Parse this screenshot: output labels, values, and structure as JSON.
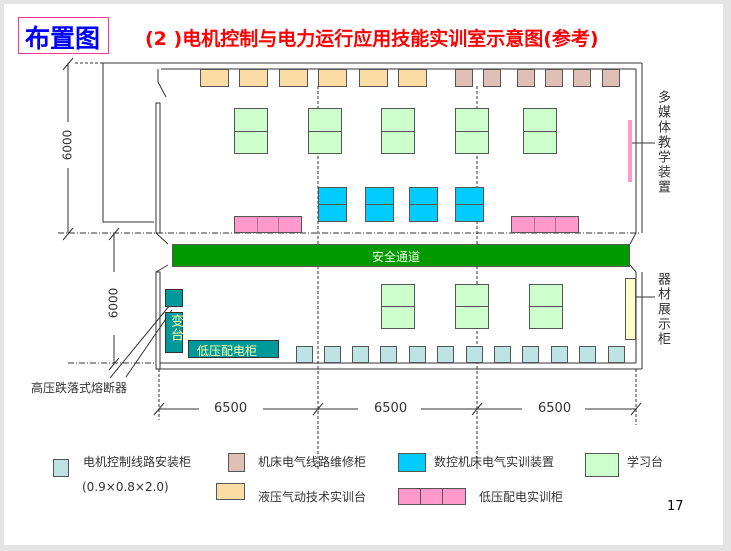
{
  "header": {
    "badge": "布置图",
    "title": "(2 )电机控制与电力运行应用技能实训室示意图(参考)"
  },
  "plan": {
    "corridor": "安全通道",
    "multimedia": "多媒体教学装置",
    "display": "器材展示柜",
    "transformer": "变台",
    "lv_cabinet": "低压配电柜",
    "fuse_label": "高压跌落式熔断器",
    "dim_height_upper": "6000",
    "dim_height_lower": "6000",
    "dim_widths": [
      "6500",
      "6500",
      "6500"
    ]
  },
  "legend": {
    "motor_cabinet": "电机控制线路安装柜",
    "motor_cabinet_size": "(0.9×0.8×2.0)",
    "machine_cabinet": "机床电气线路维修柜",
    "cnc": "数控机床电气实训装置",
    "study": "学习台",
    "hydraulic": "液压气动技术实训台",
    "lv_training": "低压配电实训柜"
  },
  "colors": {
    "orange": "#fbdca4",
    "brown": "#e0c0b6",
    "green": "#ccffcc",
    "blue": "#00ccff",
    "pink": "#ff99cc",
    "cyan": "#bde3e3",
    "teal": "#009999",
    "corridor": "#009900",
    "yellow": "#ffffcc"
  },
  "page_number": "17"
}
